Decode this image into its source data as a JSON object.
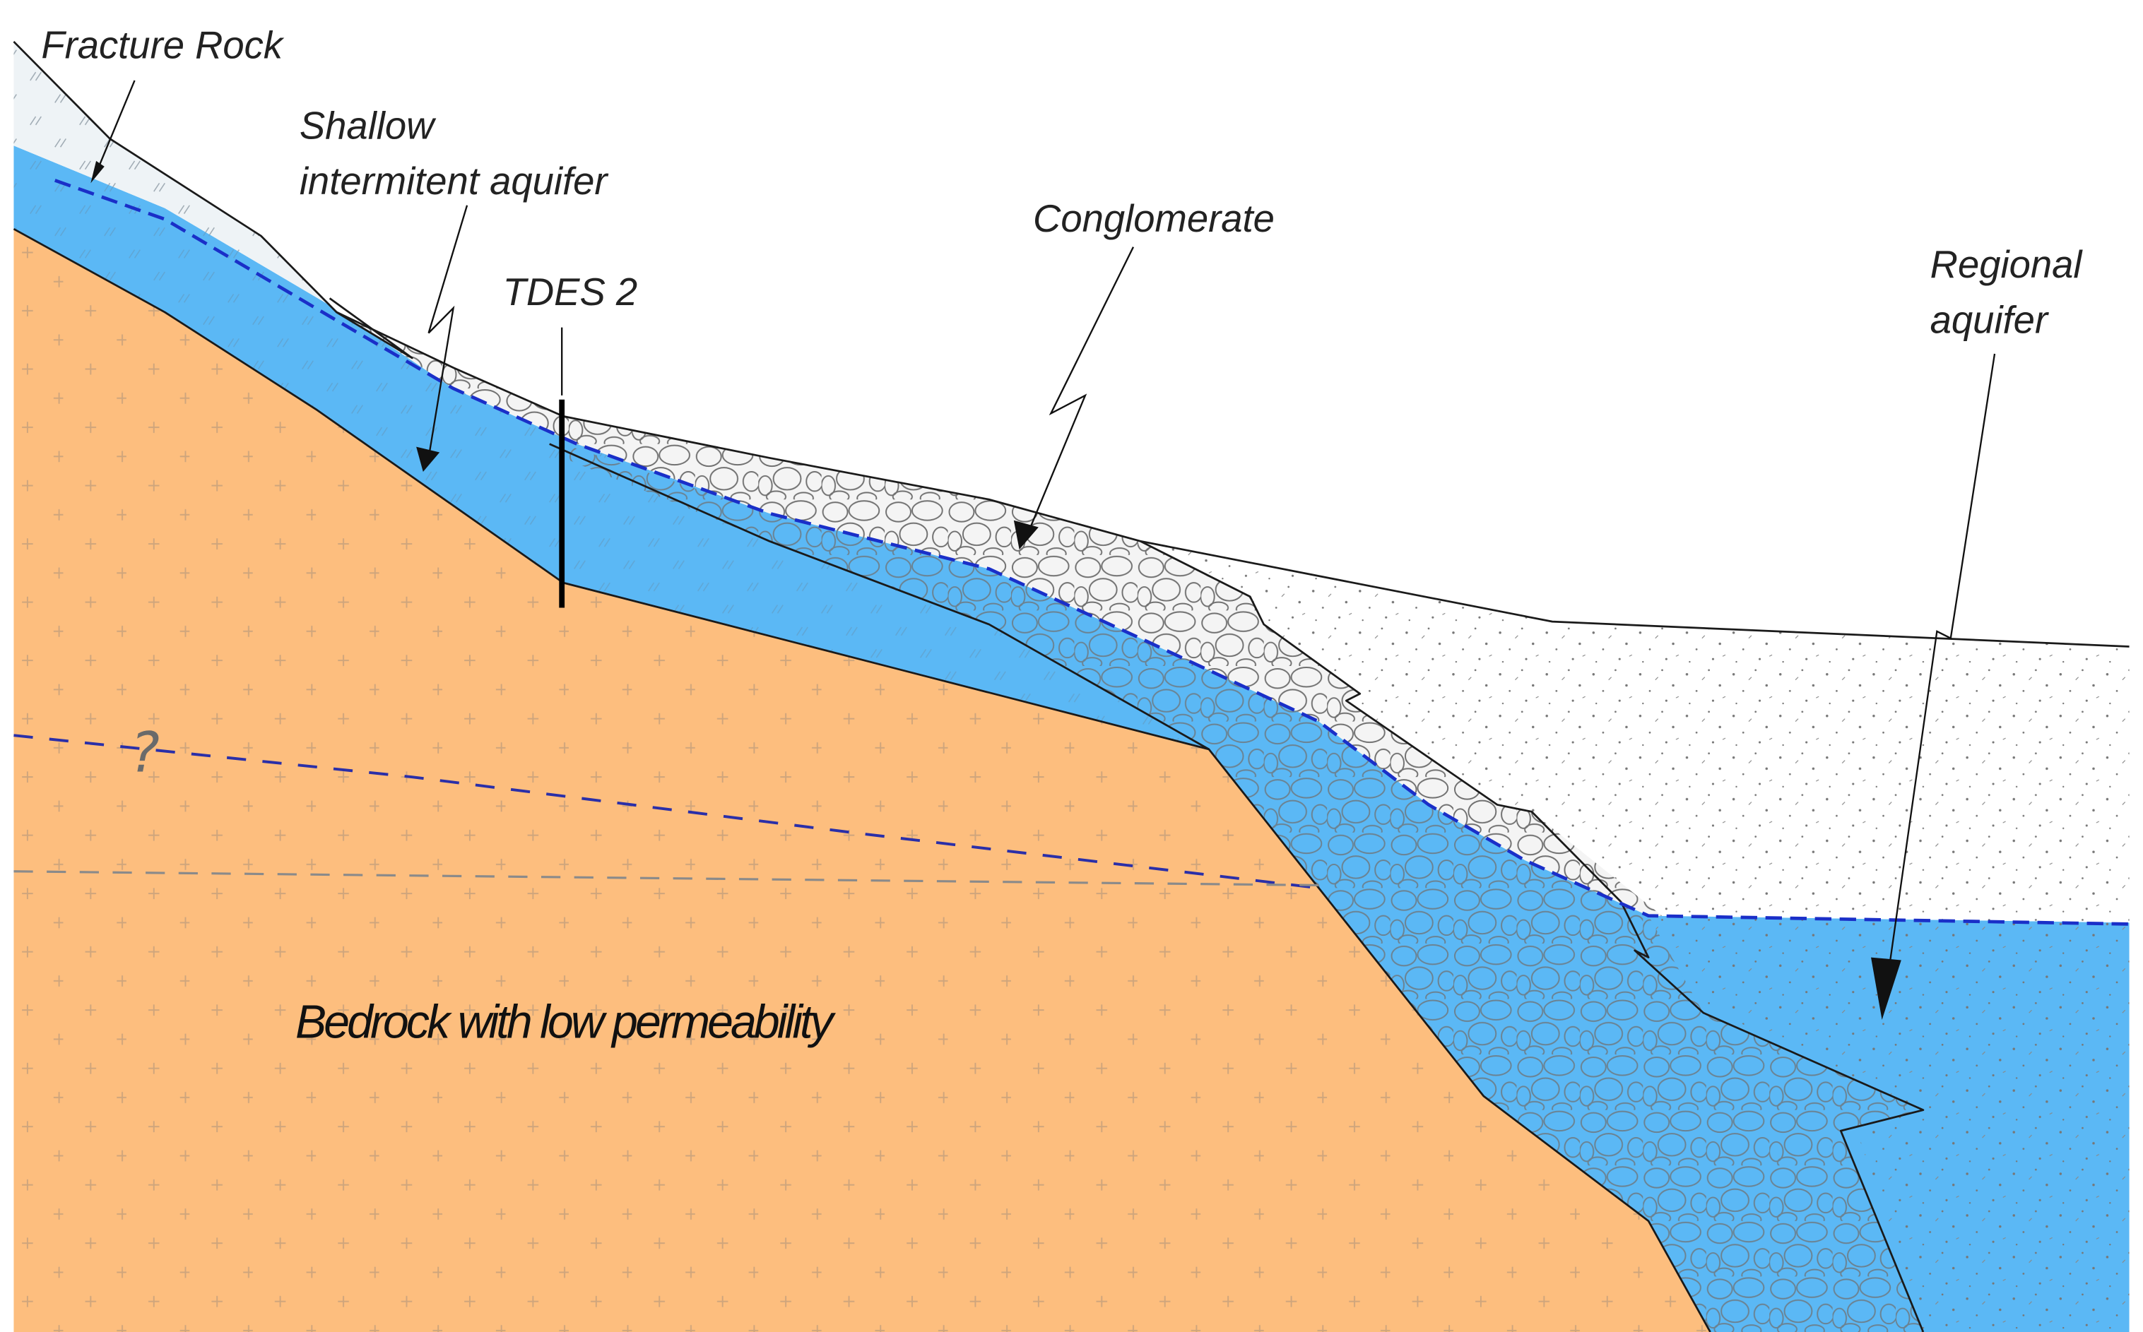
{
  "diagram": {
    "labels": {
      "fracture_rock": "Fracture Rock",
      "shallow_line1": "Shallow",
      "shallow_line2": "intermitent aquifer",
      "tdes": "TDES 2",
      "conglomerate": "Conglomerate",
      "regional_line1": "Regional",
      "regional_line2": "aquifer",
      "bedrock": "Bedrock with low permeability",
      "unknown": "?"
    },
    "colors": {
      "bedrock": "#FDBE7E",
      "aquifer": "#5BB8F5",
      "fracture_zone": "#EEF3F6",
      "conglomerate": "#F4F4F4",
      "alluvium": "#FFFFFF",
      "water_table": "#1A2FC8",
      "outline": "#1a1a1a"
    }
  }
}
